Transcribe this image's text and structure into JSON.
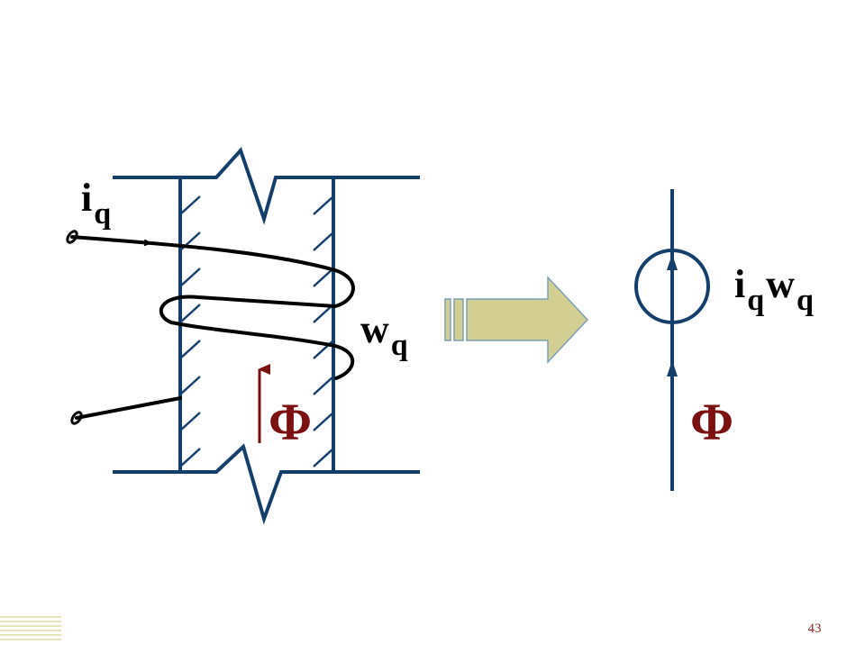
{
  "left_diagram": {
    "current_label": "i",
    "current_sub": "q",
    "turns_label": "w",
    "turns_sub": "q",
    "flux_label": "Φ"
  },
  "right_diagram": {
    "source_label_i": "i",
    "source_sub_1": "q",
    "source_label_w": "w",
    "source_sub_2": "q",
    "flux_label": "Φ"
  },
  "colors": {
    "core": "#143f6b",
    "wire": "#000000",
    "flux": "#7a1010",
    "arrow_fill": "#d3cf93",
    "arrow_stroke": "#7aa0b7"
  },
  "footer": {
    "page_number": "43"
  }
}
